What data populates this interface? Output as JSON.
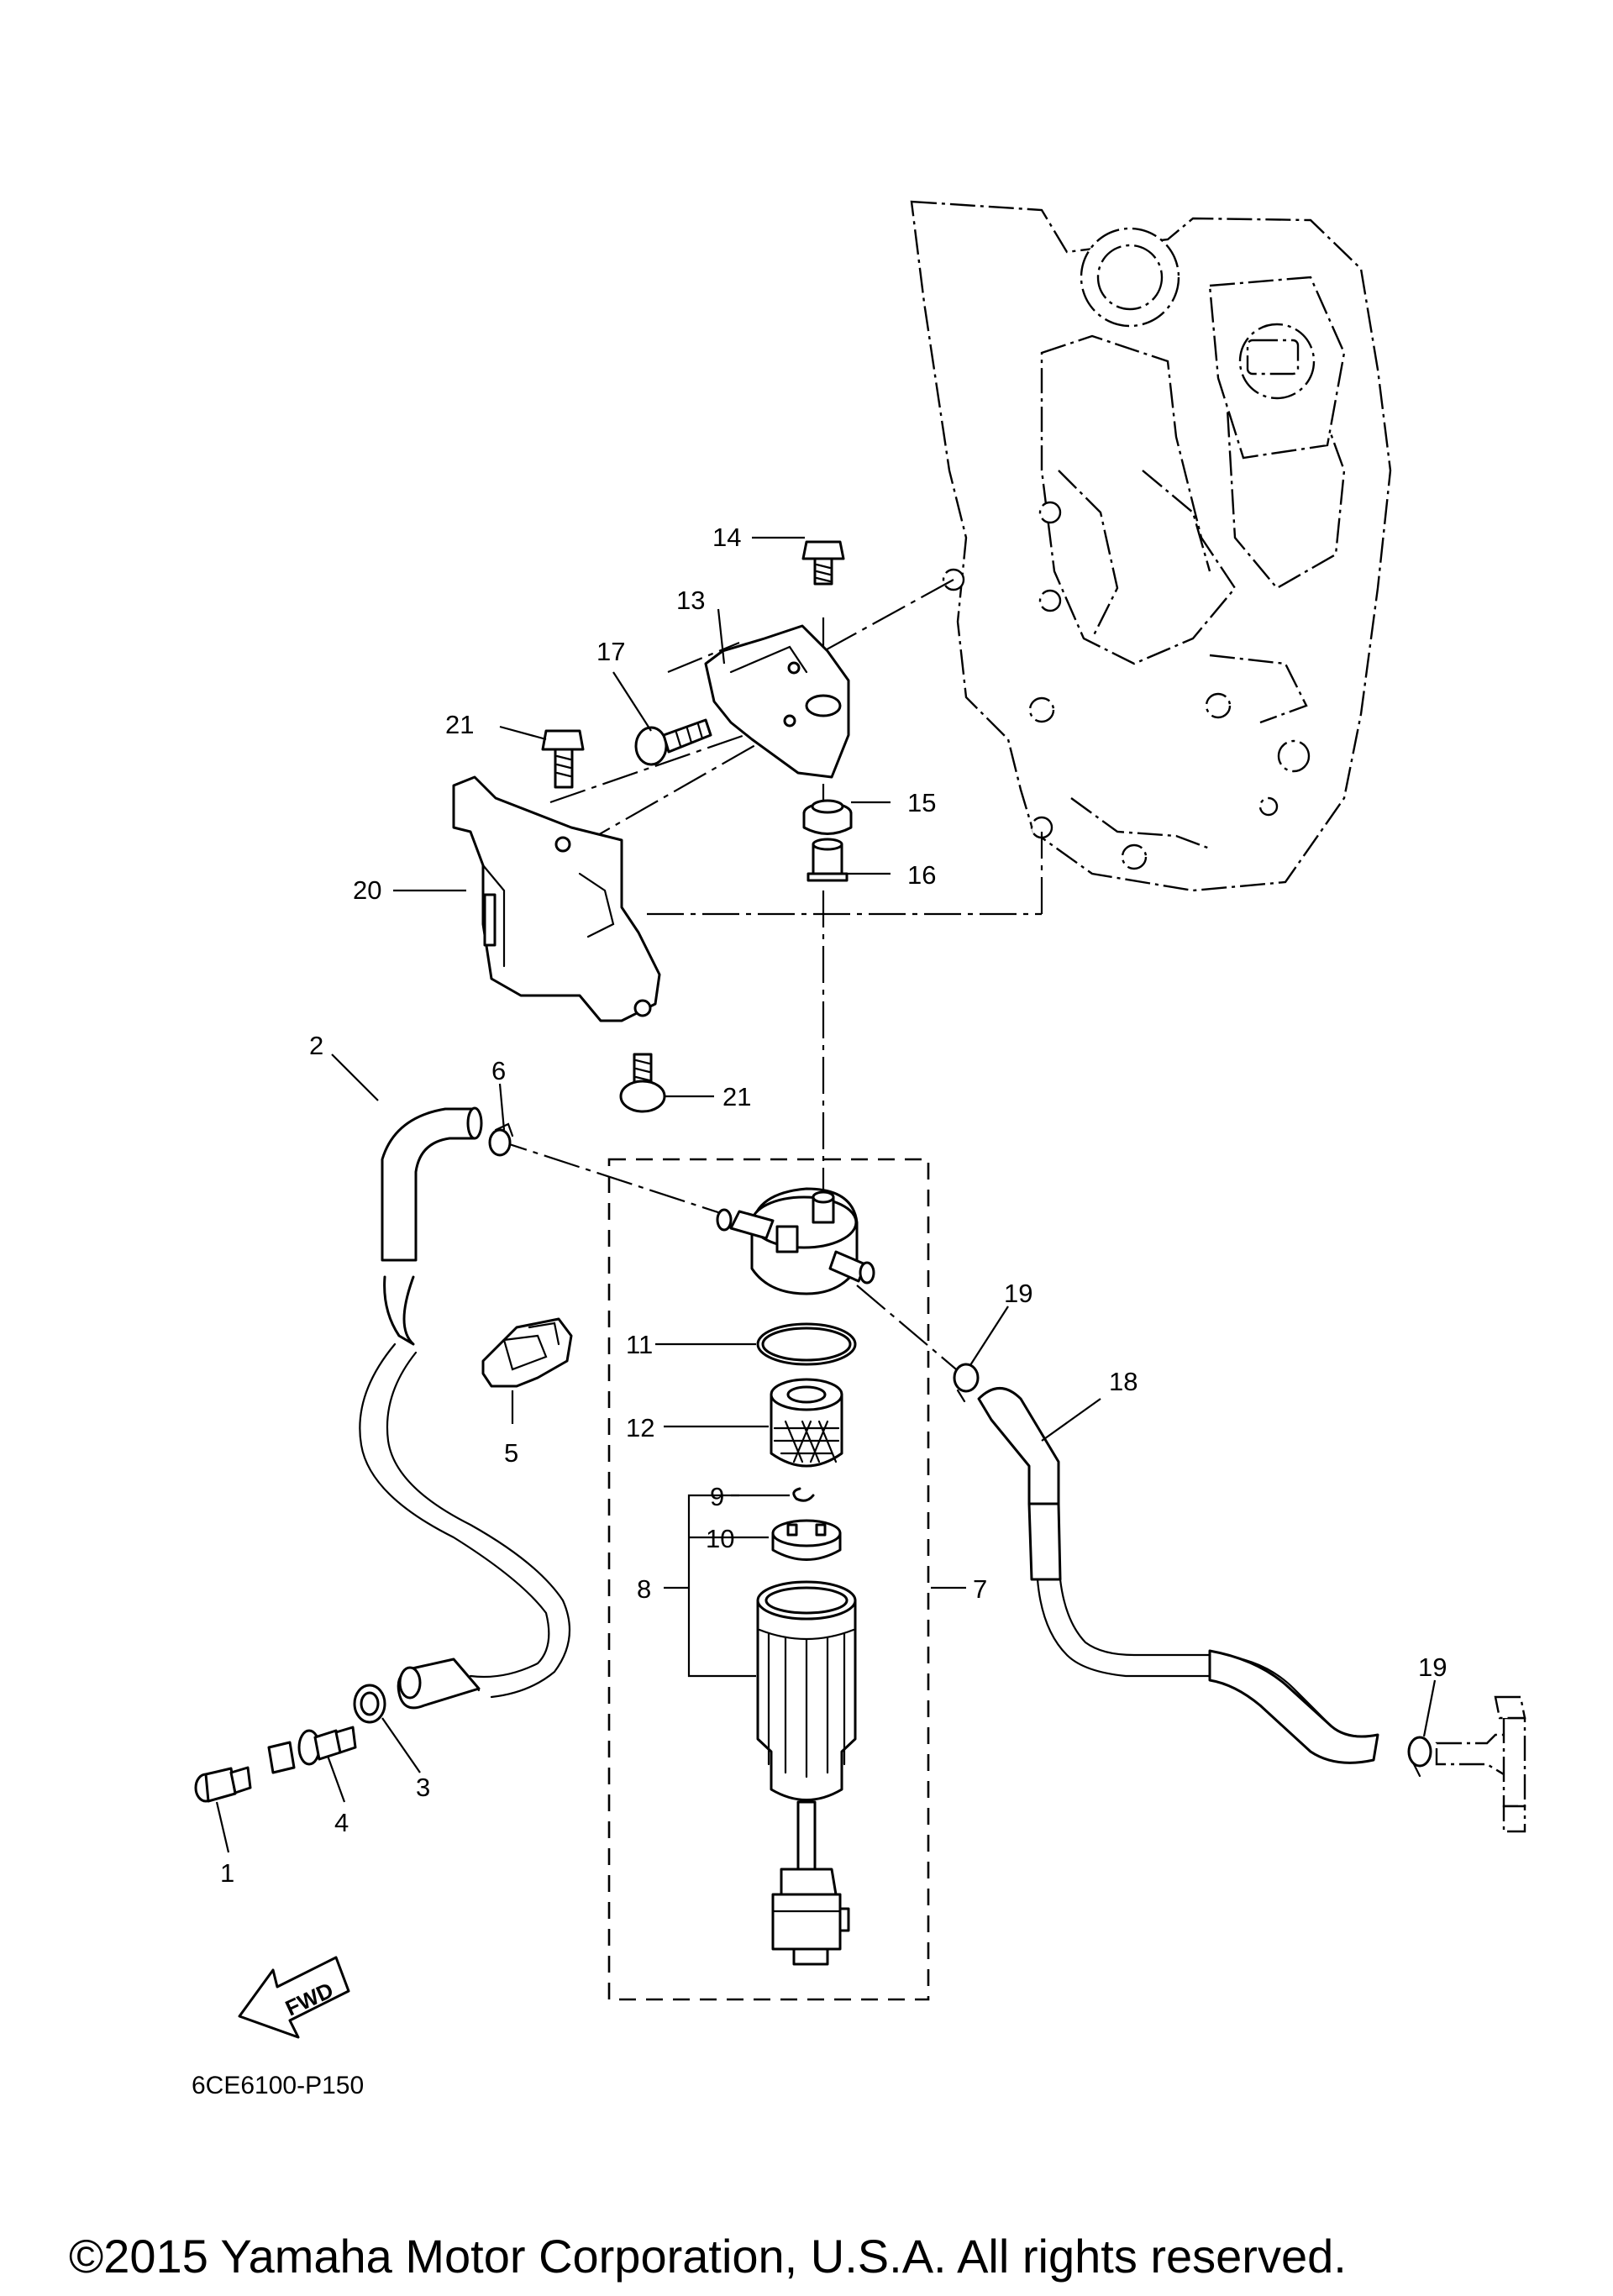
{
  "callouts": [
    {
      "id": "c1",
      "label": "1"
    },
    {
      "id": "c2",
      "label": "2"
    },
    {
      "id": "c3",
      "label": "3"
    },
    {
      "id": "c4",
      "label": "4"
    },
    {
      "id": "c5",
      "label": "5"
    },
    {
      "id": "c6",
      "label": "6"
    },
    {
      "id": "c7",
      "label": "7"
    },
    {
      "id": "c8",
      "label": "8"
    },
    {
      "id": "c9",
      "label": "9"
    },
    {
      "id": "c10",
      "label": "10"
    },
    {
      "id": "c11",
      "label": "11"
    },
    {
      "id": "c12",
      "label": "12"
    },
    {
      "id": "c13",
      "label": "13"
    },
    {
      "id": "c14",
      "label": "14"
    },
    {
      "id": "c15",
      "label": "15"
    },
    {
      "id": "c16",
      "label": "16"
    },
    {
      "id": "c17",
      "label": "17"
    },
    {
      "id": "c18",
      "label": "18"
    },
    {
      "id": "c19a",
      "label": "19"
    },
    {
      "id": "c19b",
      "label": "19"
    },
    {
      "id": "c20",
      "label": "20"
    },
    {
      "id": "c21a",
      "label": "21"
    },
    {
      "id": "c21b",
      "label": "21"
    }
  ],
  "direction_arrow": {
    "label": "FWD",
    "icon": "fwd-arrow-icon"
  },
  "diagram_code": "6CE6100-P150",
  "copyright": "©2015 Yamaha Motor Corporation, U.S.A. All rights reserved.",
  "colors": {
    "line": "#000000",
    "background": "#ffffff"
  }
}
